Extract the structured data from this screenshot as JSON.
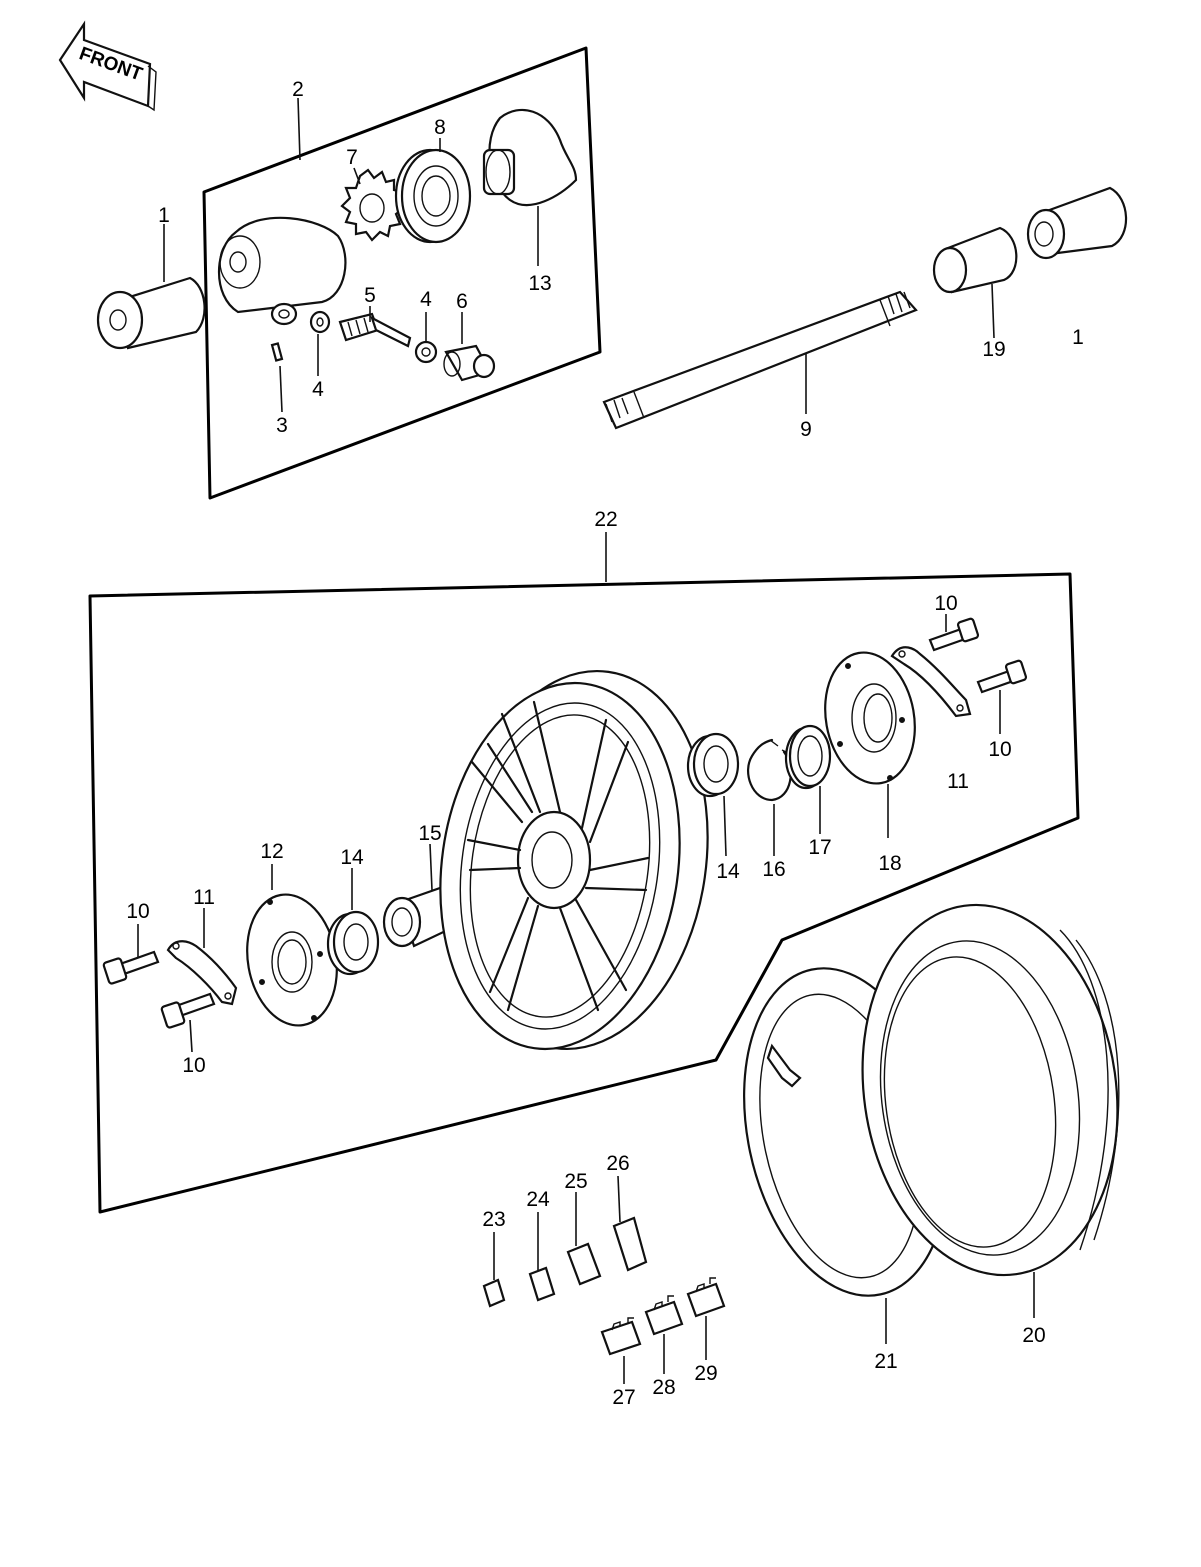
{
  "front_arrow": {
    "label": "FRONT"
  },
  "callouts": {
    "c1a": "1",
    "c1b": "1",
    "c2": "2",
    "c3": "3",
    "c4a": "4",
    "c4b": "4",
    "c5": "5",
    "c6": "6",
    "c7": "7",
    "c8": "8",
    "c9": "9",
    "c10a": "10",
    "c10b": "10",
    "c10c": "10",
    "c10d": "10",
    "c11a": "11",
    "c11b": "11",
    "c12": "12",
    "c13": "13",
    "c14a": "14",
    "c14b": "14",
    "c15": "15",
    "c16": "16",
    "c17": "17",
    "c18": "18",
    "c19": "19",
    "c20": "20",
    "c21": "21",
    "c22": "22",
    "c23": "23",
    "c24": "24",
    "c25": "25",
    "c26": "26",
    "c27": "27",
    "c28": "28",
    "c29": "29"
  }
}
